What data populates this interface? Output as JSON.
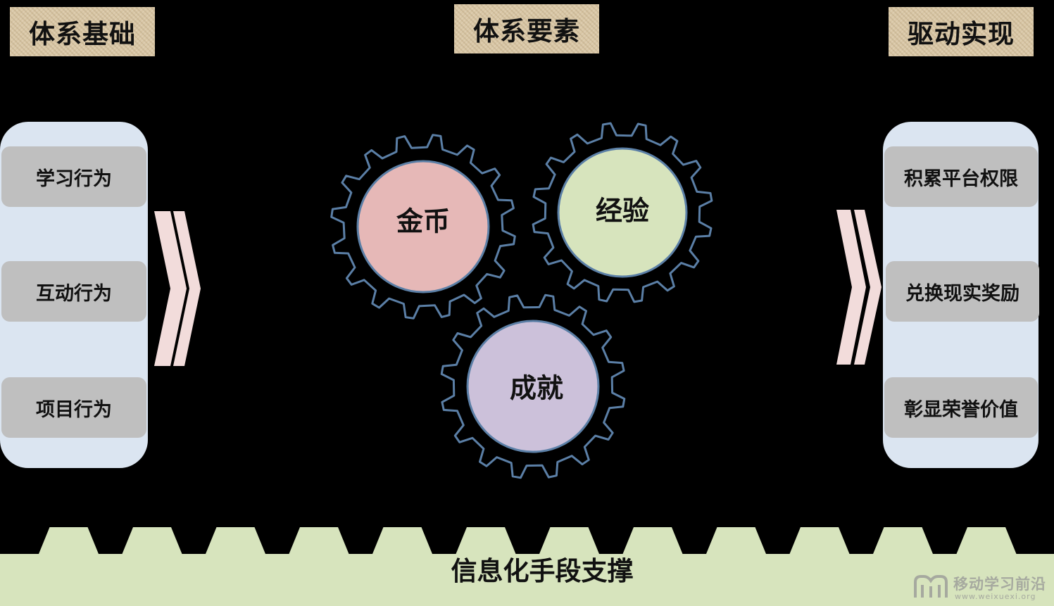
{
  "headers": {
    "left": "体系基础",
    "center": "体系要素",
    "right": "驱动实现"
  },
  "left_panel": {
    "items": [
      "学习行为",
      "互动行为",
      "项目行为"
    ]
  },
  "right_panel": {
    "items": [
      "积累平台权限",
      "兑换现实奖励",
      "彰显荣誉价值"
    ]
  },
  "gears": [
    {
      "label": "金币",
      "fill": "#e6b8b7"
    },
    {
      "label": "经验",
      "fill": "#d7e4bd"
    },
    {
      "label": "成就",
      "fill": "#ccc1da"
    }
  ],
  "footer": {
    "text": "信息化手段支撑"
  },
  "watermark": {
    "name": "移动学习前沿",
    "url": "www.weixuexi.org"
  },
  "colors": {
    "background": "#000000",
    "header_fill": "#d9c7a6",
    "panel_fill": "#dbe5f1",
    "item_fill": "#bfbfbf",
    "chevron_fill": "#f2dcdb",
    "gear_outline": "#5b7fa6",
    "footer_fill": "#d7e4bd"
  }
}
